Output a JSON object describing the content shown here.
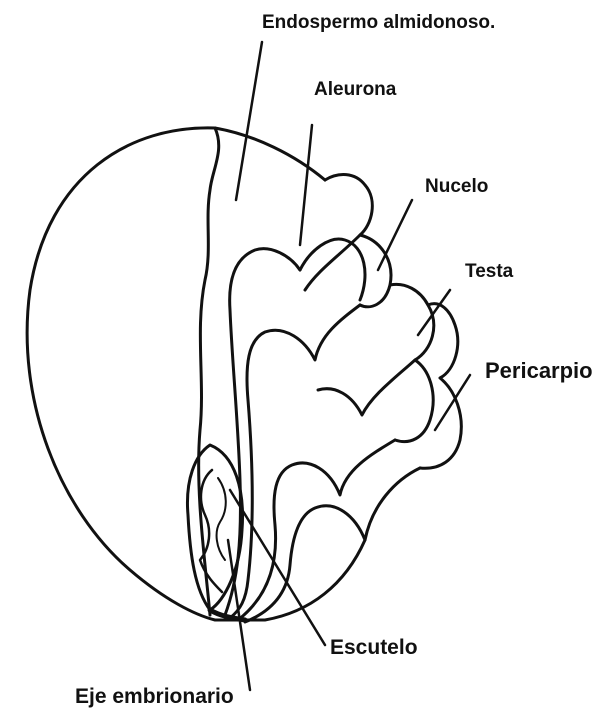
{
  "labels": {
    "endospermo": "Endospermo almidonoso.",
    "aleurona": "Aleurona",
    "nucelo": "Nucelo",
    "testa": "Testa",
    "pericarpio": "Pericarpio",
    "escutelo": "Escutelo",
    "eje": "Eje embrionario"
  },
  "colors": {
    "ink": "#111111",
    "background": "#ffffff"
  }
}
